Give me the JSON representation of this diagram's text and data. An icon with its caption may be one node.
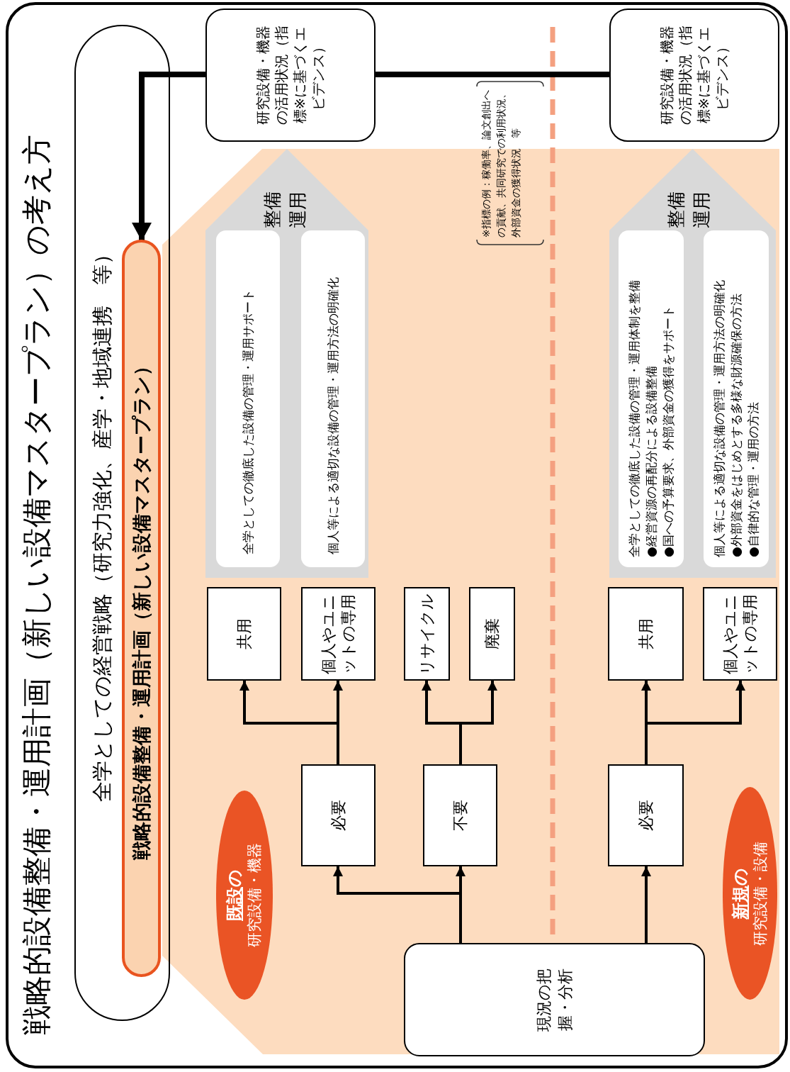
{
  "diagram": {
    "title": "戦略的設備整備・運用計画（新しい設備マスタープラン）の考え方",
    "nodes": [
      {
        "text": [
          "全学としての経営戦略（研究力強化、産学・地域連携　等）"
        ]
      },
      {
        "text": [
          "戦略的設備整備・運用計画（新しい設備マスタープラン）"
        ],
        "in": 0
      },
      {
        "text": [
          "研究設備・機器の活用状況（指標※に基づくエビデンス）"
        ]
      },
      {
        "text": [
          "研究設備・機器の活用状況（指標※に基づくエビデンス）"
        ]
      },
      {
        "text": [
          "整備",
          "運用"
        ]
      },
      {
        "text": [
          "全学としての徹底した設備の管理・運用サポート"
        ],
        "in": 4
      },
      {
        "text": [
          "個人等による適切な設備の管理・運用方法の明確化"
        ],
        "in": 4
      },
      {
        "text": [
          "整備",
          "運用"
        ]
      },
      {
        "text": [
          "全学としての徹底した設備の管理・運用体制を整備",
          "●経営資源の再配分による設備整備",
          "●国への予算要求、外部資金の獲得をサポート"
        ],
        "in": 7
      },
      {
        "text": [
          "個人等による適切な設備の管理・運用方法の明確化",
          "●外部資金をはじめとする多様な財源確保の方法",
          "●自律的な管理・運用の方法"
        ],
        "in": 7
      },
      {
        "text": [
          "共用"
        ]
      },
      {
        "text": [
          "個人やユニットの専用"
        ]
      },
      {
        "text": [
          "リサイクル"
        ]
      },
      {
        "text": [
          "廃棄"
        ]
      },
      {
        "text": [
          "共用"
        ]
      },
      {
        "text": [
          "個人やユニットの専用"
        ]
      },
      {
        "text": [
          "必要"
        ]
      },
      {
        "text": [
          "不要"
        ]
      },
      {
        "text": [
          "必要"
        ]
      },
      {
        "text": [
          "**既設**の",
          "研究設備・機器"
        ]
      },
      {
        "text": [
          "**新規**の",
          "研究設備・設備"
        ]
      },
      {
        "text": [
          "現況の把握・分析"
        ]
      }
    ],
    "edges": [
      {
        "from": 2,
        "to": 1,
        "arrow": "to",
        "style": "thick"
      },
      {
        "from": 3,
        "to": 2,
        "arrow": "none",
        "style": "thick"
      },
      {
        "from": 21,
        "to": 16,
        "arrow": "to"
      },
      {
        "from": 21,
        "to": 17,
        "arrow": "to"
      },
      {
        "from": 21,
        "to": 18,
        "arrow": "to"
      },
      {
        "from": 16,
        "to": 10,
        "arrow": "to"
      },
      {
        "from": 16,
        "to": 11,
        "arrow": "to"
      },
      {
        "from": 17,
        "to": 12,
        "arrow": "to"
      },
      {
        "from": 17,
        "to": 13,
        "arrow": "to"
      },
      {
        "from": 18,
        "to": 14,
        "arrow": "to"
      },
      {
        "from": 18,
        "to": 15,
        "arrow": "to"
      }
    ],
    "labels": [
      "※指標の例：稼働率、論文創出への貢献、共同研究での利用状況、外部資金の獲得状況　等"
    ]
  }
}
